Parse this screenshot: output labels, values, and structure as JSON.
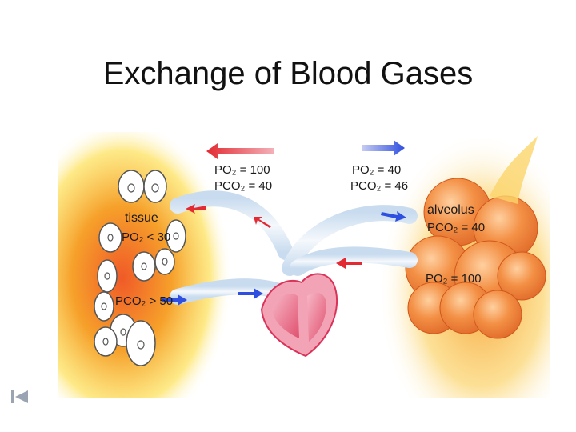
{
  "slide": {
    "title": "Exchange of Blood Gases"
  },
  "diagram": {
    "arterial_po2": "PO₂ = 100",
    "arterial_pco2": "PCO₂ = 40",
    "venous_po2": "PO₂ = 40",
    "venous_pco2": "PCO₂ = 46",
    "tissue_label": "tissue",
    "tissue_po2": "PO₂ < 30",
    "tissue_pco2": "PCO₂ > 50",
    "alveolus_label": "alveolus",
    "alveolus_pco2": "PCO₂ = 40",
    "alveolus_po2": "PO₂ = 100",
    "arrow_colors": {
      "oxygenated": "#e8323c",
      "deoxygenated": "#3c5ae6"
    }
  },
  "nav": {
    "back_icon": "skip-back-icon"
  }
}
